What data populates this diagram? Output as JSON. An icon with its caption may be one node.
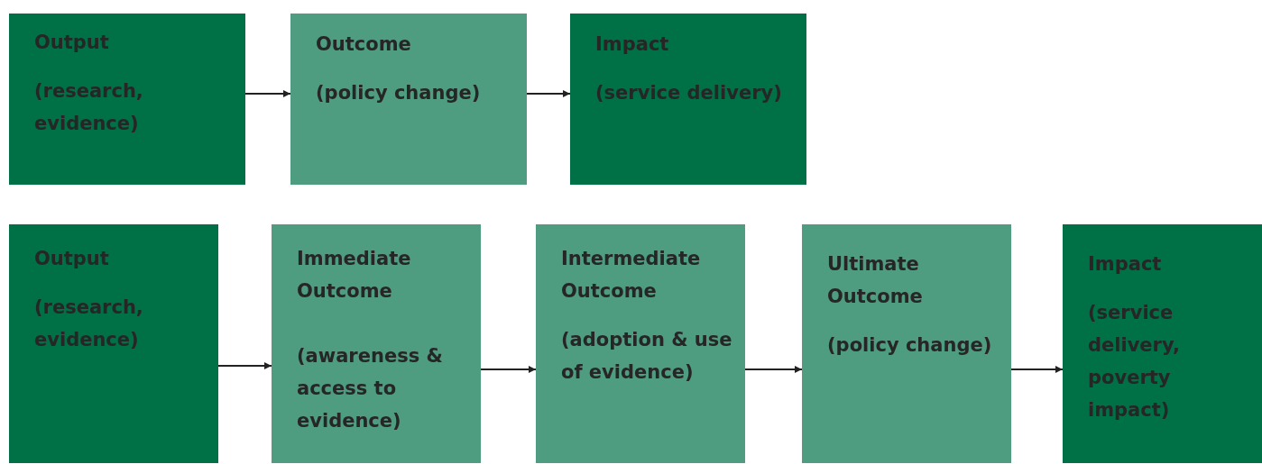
{
  "diagram": {
    "nodes": [
      {
        "text": [
          "Output",
          "(research, evidence)"
        ]
      },
      {
        "text": [
          "Outcome",
          "(policy change)"
        ]
      },
      {
        "text": [
          "Impact",
          "(service delivery)"
        ]
      },
      {
        "text": [
          "Output",
          "(research, evidence)"
        ]
      },
      {
        "text": [
          "Immediate Outcome",
          "(awareness & access to evidence)"
        ]
      },
      {
        "text": [
          "Intermediate Outcome",
          "(adoption & use of evidence)"
        ]
      },
      {
        "text": [
          "Ultimate Outcome",
          "(policy change)"
        ]
      },
      {
        "text": [
          "Impact",
          "(service delivery, poverty impact)"
        ]
      }
    ],
    "edges": [
      {
        "from": 0,
        "to": 1,
        "arrow": "to"
      },
      {
        "from": 1,
        "to": 2,
        "arrow": "to"
      },
      {
        "from": 3,
        "to": 4,
        "arrow": "to"
      },
      {
        "from": 4,
        "to": 5,
        "arrow": "to"
      },
      {
        "from": 5,
        "to": 6,
        "arrow": "to"
      },
      {
        "from": 6,
        "to": 7,
        "arrow": "to"
      }
    ]
  }
}
